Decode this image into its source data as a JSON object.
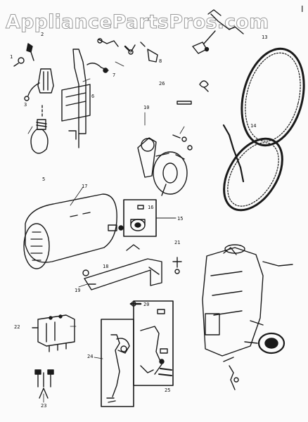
{
  "watermark": "AppliancePartsPros.com",
  "corner_mark": "I",
  "colors": {
    "line": "#1a1a1a",
    "paper": "#fbfbfb",
    "watermark_stroke": "#9a9a9a"
  },
  "part_numbers": {
    "p1": "1",
    "p2": "2",
    "p3": "3",
    "p5": "5",
    "p6": "6",
    "p7": "7",
    "p8": "8",
    "p10": "10",
    "p13": "13",
    "p14": "14",
    "p15": "15",
    "p16": "16",
    "p17": "17",
    "p18": "18",
    "p19": "19",
    "p20": "20",
    "p21": "21",
    "p22": "22",
    "p23": "23",
    "p24": "24",
    "p25": "25",
    "p26": "26"
  }
}
